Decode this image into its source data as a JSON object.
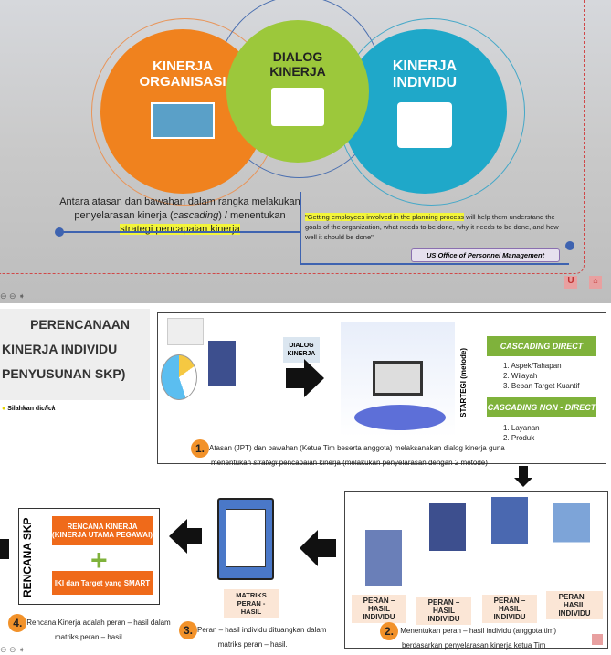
{
  "slide1": {
    "circle_left": {
      "line1": "KINERJA",
      "line2": "ORGANISASI",
      "color": "#f0821e"
    },
    "circle_mid": {
      "line1": "DIALOG",
      "line2": "KINERJA",
      "color": "#9cc83b"
    },
    "circle_right": {
      "line1": "Kinerja",
      "line2": "INDIVIDU",
      "color": "#1fa8c9"
    },
    "left_text": {
      "l1": "Antara atasan dan bawahan dalam rangka melakukan",
      "l2a": "penyelarasan kinerja (",
      "l2i": "cascading",
      "l2b": ") / menentukan",
      "l3": "strategi pencapaian kinerja"
    },
    "quote": {
      "hl": "\"Getting employees involved in the planning process",
      "rest": " will help them understand the goals of the organization, what needs to be done, why it needs to be done, and how well it should be done\""
    },
    "source": "US Office of Personnel Management"
  },
  "slide2": {
    "title": {
      "l1": "PERENCANAAN",
      "l2": "KINERJA INDIVIDU",
      "l3": "PENYUSUNAN SKP)"
    },
    "click_hint_a": "Silahkan di",
    "click_hint_b": "click",
    "dialog_label": {
      "l1": "DIALOG",
      "l2": "KINERJA"
    },
    "strategy_label": "STARTEGI (metode)",
    "cascading_direct": "CASCADING DIRECT",
    "direct_items": [
      "1.  Aspek/Tahapan",
      "2.  Wilayah",
      "3.  Beban Target Kuantif"
    ],
    "cascading_non_direct": "CASCADING NON - DIRECT",
    "non_direct_items": [
      "1.  Layanan",
      "2.  Produk"
    ],
    "step1": {
      "num": "1.",
      "t1": "Atasan (JPT) dan bawahan (Ketua Tim beserta anggota) melaksanakan dialog kinerja guna",
      "t2a": "menentukan ",
      "t2i": "strategi",
      "t2b": " pencapaian kinerja  (melakukan penyelarasan dengan 2 metode)"
    },
    "peran_label": [
      "PERAN – HASIL",
      "INDIVIDU"
    ],
    "step2": {
      "num": "2.",
      "t1": "Menentukan peran – hasil individu (anggota tim)",
      "t2": "berdasarkan penyelarasan kinerja ketua Tim"
    },
    "matriks": {
      "l1": "MATRIKS",
      "l2": "PERAN - HASIL"
    },
    "step3": {
      "num": "3.",
      "t1": "Peran – hasil individu dituangkan dalam",
      "t2": "matriks peran – hasil."
    },
    "skp_title": "RENCANA SKP",
    "rencana": {
      "l1": "RENCANA KINERJA",
      "l2": "(KINERJA UTAMA PEGAWAI)"
    },
    "plus": "+",
    "iki": "IKI dan Target yang SMART",
    "step4": {
      "num": "4.",
      "t1": "Rencana Kinerja adalah peran – hasil dalam",
      "t2": "matriks peran – hasil."
    }
  }
}
